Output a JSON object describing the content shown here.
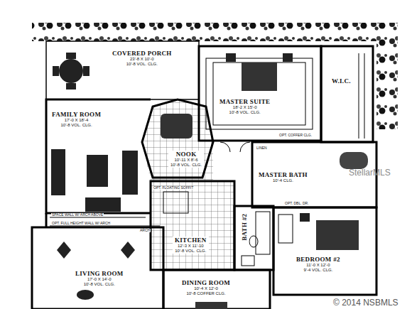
{
  "diagram": {
    "nodes": [
      {
        "text": [
          "COVERED PORCH",
          "23'-8 X 10'-0",
          "10'-8 VOL. CLG."
        ]
      },
      {
        "text": [
          "MASTER SUITE",
          "18'-2 X 15'-0",
          "10'-8 VOL. CLG."
        ]
      },
      {
        "text": [
          "W.I.C."
        ]
      },
      {
        "text": [
          "FAMILY ROOM",
          "17'-0 X 18'-4",
          "10'-8 VOL. CLG."
        ]
      },
      {
        "text": [
          "NOOK",
          "10'-11 X 8'-6",
          "10'-8 VOL. CLG."
        ]
      },
      {
        "text": [
          "MASTER BATH",
          "10'-4 CLG."
        ]
      },
      {
        "text": [
          "KITCHEN",
          "12'-3 X 11'-10",
          "10'-8 VOL. CLG."
        ]
      },
      {
        "text": [
          "BATH #2"
        ]
      },
      {
        "text": [
          "BEDROOM #2",
          "11'-0 X 12'-0",
          "9'-4 VOL. CLG."
        ]
      },
      {
        "text": [
          "LIVING ROOM",
          "17'-0 X 14'-0",
          "10'-8 VOL. CLG."
        ]
      },
      {
        "text": [
          "DINING ROOM",
          "10'-4 X 12'-0",
          "10'-8 COFFER CLG."
        ]
      }
    ],
    "labels": [
      "OPT. COFFER CLG.",
      "LINEN",
      "OPT. FLOATING SOFFIT",
      "SPACE WALL W/ ARCH ABOVE",
      "OPT. FULL HEIGHT WALL W/ ARCH",
      "ARCH",
      "OPT. DBL. DR.",
      "StellarMLS",
      "© 2014 NSBMLS"
    ]
  }
}
